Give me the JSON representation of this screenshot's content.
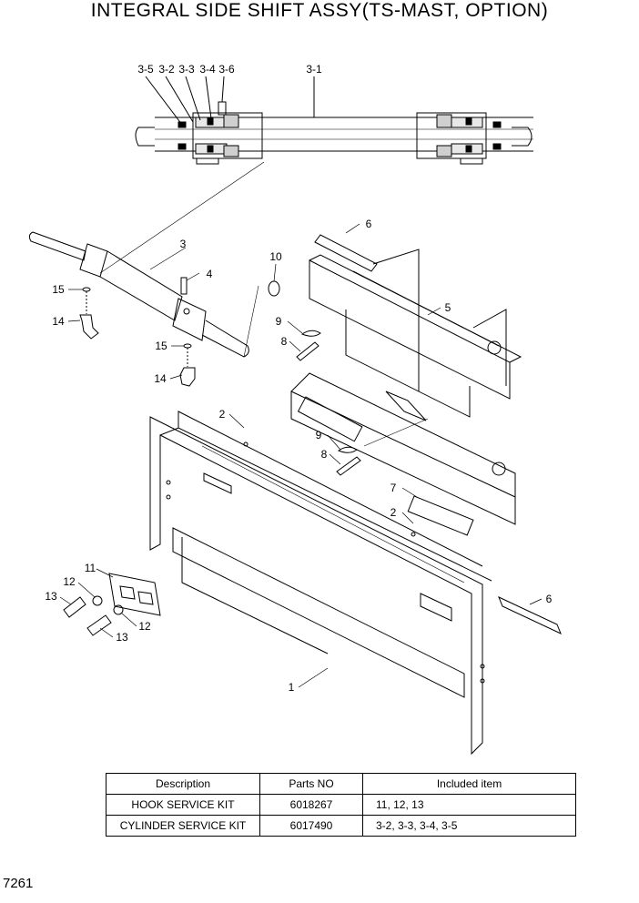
{
  "title": "INTEGRAL SIDE SHIFT ASSY(TS-MAST, OPTION)",
  "page_number": "7261",
  "callouts": {
    "c35": "3-5",
    "c32": "3-2",
    "c33": "3-3",
    "c34": "3-4",
    "c36": "3-6",
    "c31": "3-1",
    "c3": "3",
    "c4": "4",
    "c15a": "15",
    "c14a": "14",
    "c15b": "15",
    "c14b": "14",
    "c10": "10",
    "c6a": "6",
    "c5": "5",
    "c9a": "9",
    "c8a": "8",
    "c9b": "9",
    "c8b": "8",
    "c7": "7",
    "c2a": "2",
    "c2b": "2",
    "c11": "11",
    "c12a": "12",
    "c12b": "12",
    "c13a": "13",
    "c13b": "13",
    "c6b": "6",
    "c1": "1"
  },
  "table": {
    "headers": [
      "Description",
      "Parts NO",
      "Included item"
    ],
    "rows": [
      {
        "description": "HOOK SERVICE KIT",
        "part_no": "6018267",
        "included": "11, 12, 13"
      },
      {
        "description": "CYLINDER SERVICE KIT",
        "part_no": "6017490",
        "included": "3-2, 3-3, 3-4, 3-5"
      }
    ]
  }
}
